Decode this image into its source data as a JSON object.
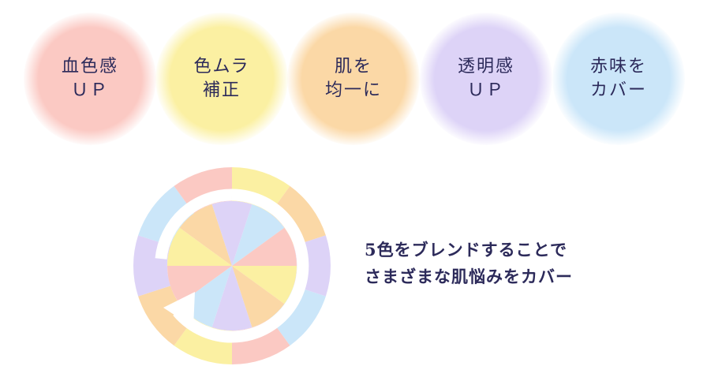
{
  "benefits": [
    {
      "line1": "血色感",
      "line2": "ＵＰ",
      "color": "#fbc9c3"
    },
    {
      "line1": "色ムラ",
      "line2": "補正",
      "color": "#fbf0a2"
    },
    {
      "line1": "肌を",
      "line2": "均一に",
      "color": "#fbd8a6"
    },
    {
      "line1": "透明感",
      "line2": "ＵＰ",
      "color": "#ddd3f7"
    },
    {
      "line1": "赤味を",
      "line2": "カバー",
      "color": "#cbe6f9"
    }
  ],
  "caption": {
    "line1": "5色をブレンドすることで",
    "line2": "さまざまな肌悩みをカバー"
  },
  "wheel_colors": [
    "#fbc9c3",
    "#fbf0a2",
    "#fbd8a6",
    "#ddd3f7",
    "#cbe6f9"
  ],
  "icons": [
    "circular-arrow-icon"
  ]
}
